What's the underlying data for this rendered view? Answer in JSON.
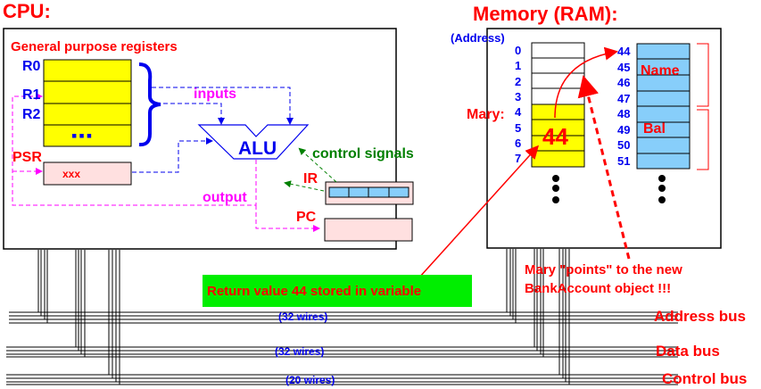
{
  "cpu": {
    "title": "CPU:",
    "registers_title": "General purpose registers",
    "registers": [
      "R0",
      "R1",
      "R2"
    ],
    "registers_more": "▪▪▪",
    "psr_label": "PSR",
    "psr_value": "xxx",
    "inputs_label": "inputs",
    "alu_label": "ALU",
    "control_signals_label": "control signals",
    "ir_label": "IR",
    "output_label": "output",
    "pc_label": "PC"
  },
  "memory": {
    "title": "Memory (RAM):",
    "address_header": "(Address)",
    "left_addresses": [
      "0",
      "1",
      "2",
      "3",
      "4",
      "5",
      "6",
      "7"
    ],
    "variable_label": "Mary:",
    "variable_value": "44",
    "right_addresses": [
      "44",
      "45",
      "46",
      "47",
      "48",
      "49",
      "50",
      "51"
    ],
    "field_name": "Name",
    "field_bal": "Bal",
    "colors": {
      "variable_cells": "#ffff00",
      "object_cells": "#87cefa"
    }
  },
  "callouts": {
    "return_value": "Return value 44 stored in variable",
    "points_line1": "Mary \"points\" to the new",
    "points_line2": "BankAccount object !!!"
  },
  "buses": [
    {
      "name": "Address bus",
      "wires": "(32 wires)"
    },
    {
      "name": "Data bus",
      "wires": "(32 wires)"
    },
    {
      "name": "Control bus",
      "wires": "(20 wires)"
    }
  ]
}
